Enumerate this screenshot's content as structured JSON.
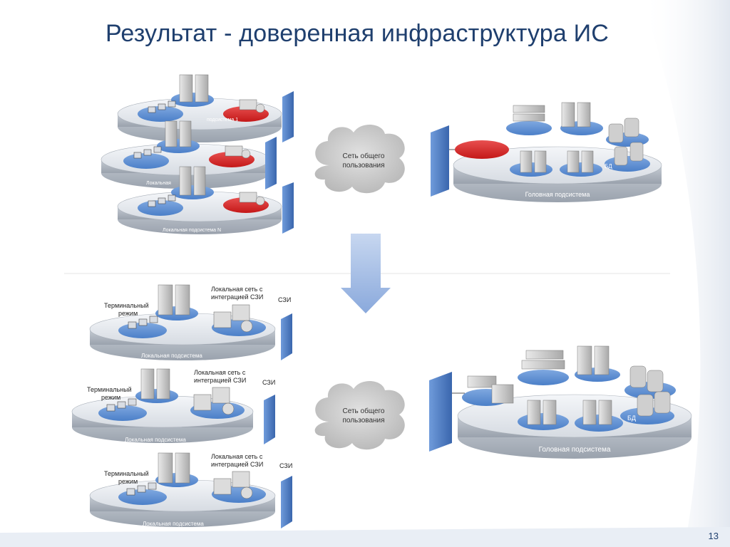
{
  "slide": {
    "title": "Результат - доверенная инфраструктура ИС",
    "page_number": "13"
  },
  "diagram": {
    "before": {
      "local_subsystem_1": "подсистема 1",
      "local_subsystem_2": "Локальная",
      "local_subsystem_n": "Локальная подсистема N",
      "cloud": [
        "Сеть общего",
        "пользования"
      ],
      "head_subsystem": "Головная подсистема",
      "db_label": "БД"
    },
    "after": {
      "terminal_mode": [
        "Терминальный",
        "режим"
      ],
      "lan_sziz": [
        "Локальная сеть с",
        "интеграцией СЗИ"
      ],
      "szi": "СЗИ",
      "local_subsystem": "Локальная подсистема",
      "cloud": [
        "Сеть общего",
        "пользования"
      ],
      "head_subsystem": "Головная подсистема",
      "db_label": "БД"
    },
    "colors": {
      "disk_top": "#e8ebef",
      "disk_side": "#b9bfc7",
      "blue_disk": "#5b8fd3",
      "red_disk": "#cc1f1f",
      "firewall": "#4d7cc4",
      "arrow": "#9fb9e3",
      "cloud": "#cfcfcf"
    }
  }
}
